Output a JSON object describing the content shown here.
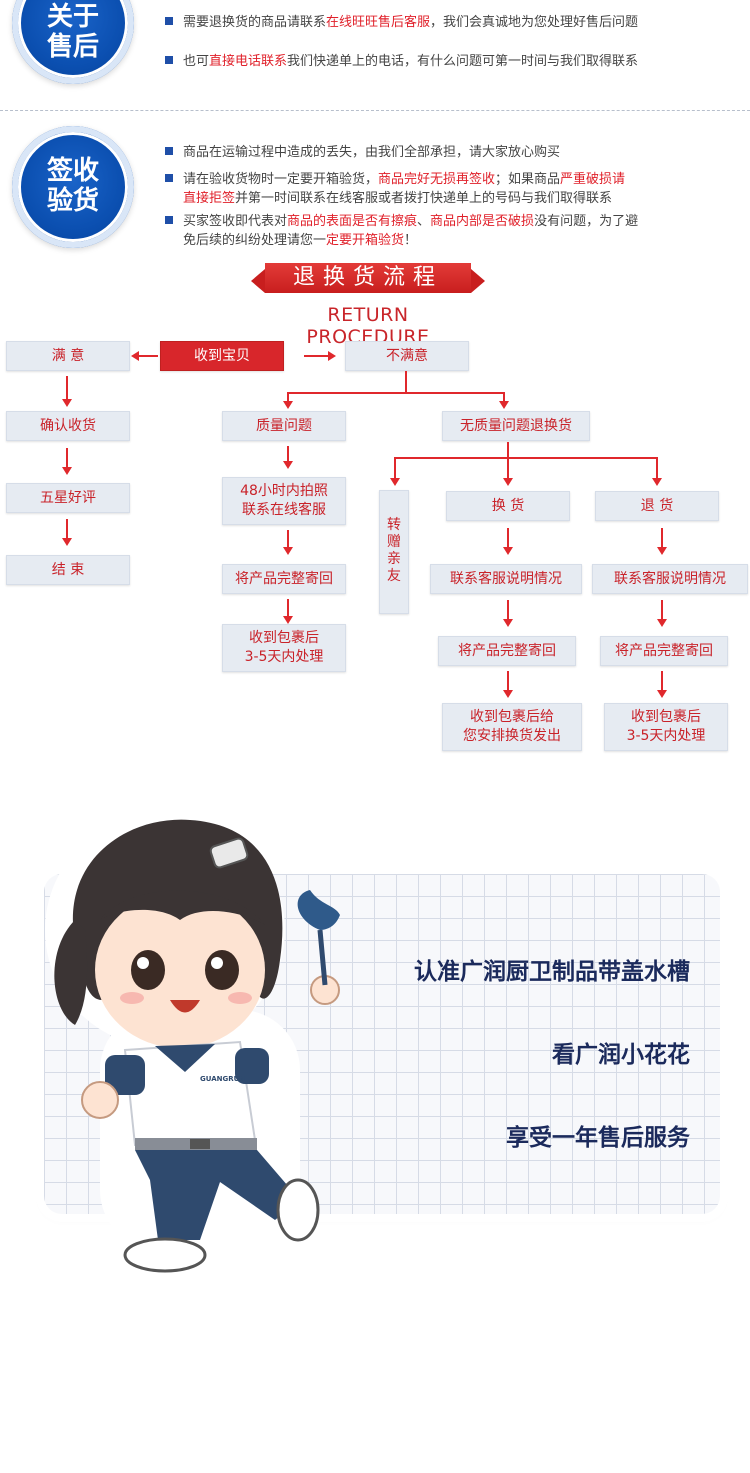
{
  "section_after_sales": {
    "badge": [
      "关于",
      "售后"
    ],
    "lines": [
      {
        "pre": "需要退换货的商品请联系",
        "red": "在线旺旺售后客服",
        "post": "，我们会真诚地为您处理好售后问题"
      },
      {
        "pre": "也可",
        "red": "直接电话联系",
        "post": "我们快递单上的电话，有什么问题可第一时间与我们取得联系"
      }
    ]
  },
  "section_sign": {
    "badge": [
      "签收",
      "验货"
    ],
    "line1": "商品在运输过程中造成的丢失，由我们全部承担，请大家放心购买",
    "line2": {
      "a": "请在验收货物时一定要开箱验货，",
      "b": "商品完好无损再签收",
      "c": "；如果商品",
      "d": "严重破损请",
      "e": "直接拒签",
      "f": "并第一时间联系在线客服或者拨打快递单上的号码与我们取得联系"
    },
    "line3": {
      "a": "买家签收即代表对",
      "b": "商品的表面是否有擦痕",
      "c": "、",
      "d": "商品内部是否破损",
      "e": "没有问题，为了避",
      "f": "免后续的纠纷处理请您一",
      "g": "定要开箱验货",
      "h": "！"
    }
  },
  "procedure": {
    "title": "退换货流程",
    "subtitle": "RETURN PROCEDURE",
    "received": "收到宝贝",
    "satisfied": "满 意",
    "confirm": "确认收货",
    "five_star": "五星好评",
    "end": "结 束",
    "unsatisfied": "不满意",
    "quality_issue": "质量问题",
    "photo": "48小时内拍照\n联系在线客服",
    "send_back_q": "将产品完整寄回",
    "process_q": "收到包裹后\n3-5天内处理",
    "no_quality": "无质量问题退换货",
    "gift": [
      "转",
      "赠",
      "亲",
      "友"
    ],
    "exchange": "换 货",
    "ex_contact": "联系客服说明情况",
    "ex_send": "将产品完整寄回",
    "ex_ship": "收到包裹后给\n您安排换货发出",
    "refund": "退 货",
    "rf_contact": "联系客服说明情况",
    "rf_send": "将产品完整寄回",
    "rf_process": "收到包裹后\n3-5天内处理"
  },
  "mascot": {
    "shirt_logo": "GUANGRUN",
    "slogans": [
      "认准广润厨卫制品带盖水槽",
      "看广润小花花",
      "享受一年售后服务"
    ]
  }
}
